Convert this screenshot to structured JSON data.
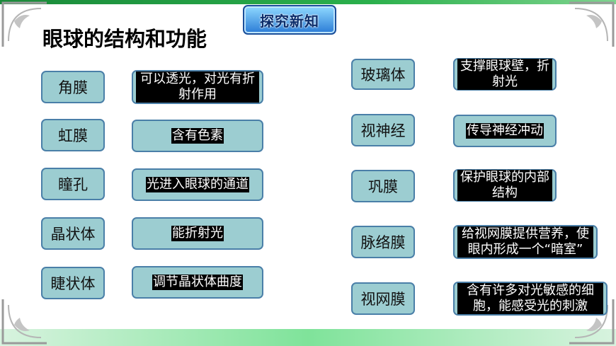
{
  "header": {
    "badge": "探究新知",
    "title": "眼球的结构和功能"
  },
  "left_rows": [
    {
      "term": "角膜",
      "function": "可以透光，对光有折射作用"
    },
    {
      "term": "虹膜",
      "function": "含有色素"
    },
    {
      "term": "瞳孔",
      "function": "光进入眼球的通道"
    },
    {
      "term": "晶状体",
      "function": "能折射光"
    },
    {
      "term": "睫状体",
      "function": "调节晶状体曲度"
    }
  ],
  "right_rows": [
    {
      "term": "玻璃体",
      "function": "支撑眼球壁，折射光"
    },
    {
      "term": "视神经",
      "function": "传导神经冲动"
    },
    {
      "term": "巩膜",
      "function": "保护眼球的内部结构"
    },
    {
      "term": "脉络膜",
      "function": "给视网膜提供营养，使眼内形成一个“暗室”"
    },
    {
      "term": "视网膜",
      "function": "含有许多对光敏感的细胞，能感受光的刺激"
    }
  ],
  "colors": {
    "box_fill": "#9ccdd1",
    "box_border": "#4a7fa8",
    "accent_green": "#2bb04c",
    "badge_blue": "#2a7bd6"
  }
}
